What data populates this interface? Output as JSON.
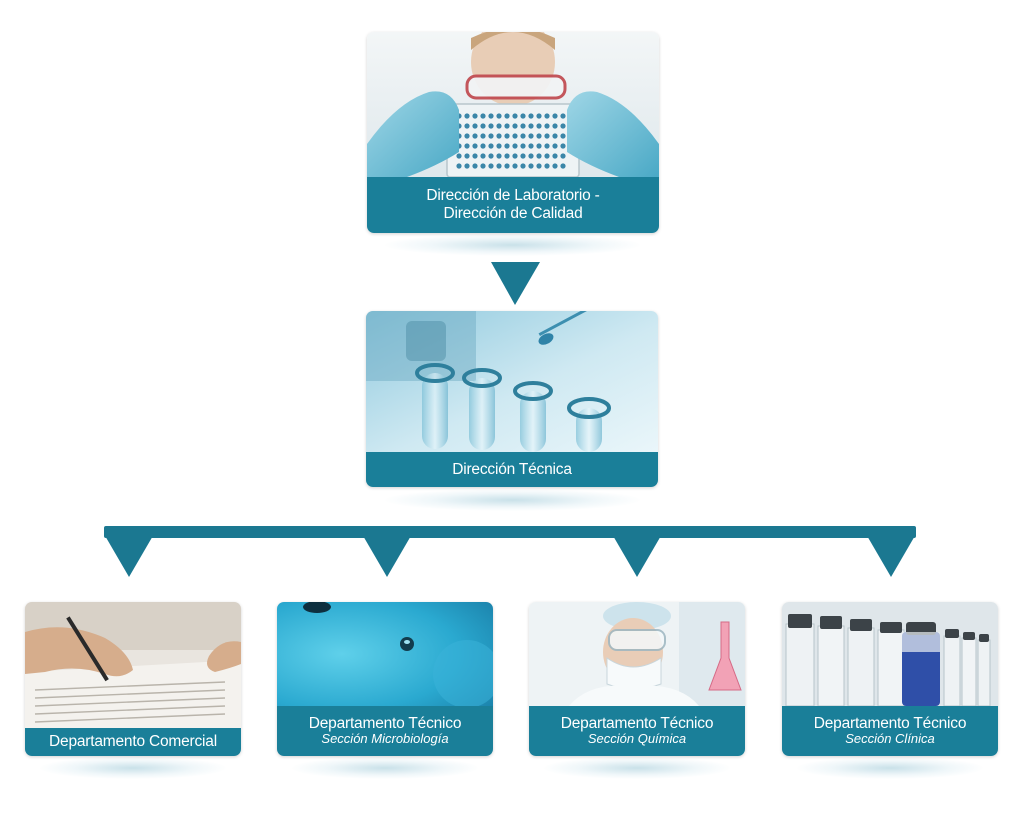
{
  "colors": {
    "teal": "#1a7f99",
    "connector": "#1b7891",
    "label_text": "#ffffff"
  },
  "top": {
    "title_line1": "Dirección de Laboratorio -",
    "title_line2": "Dirección de Calidad",
    "image": "scientist-holding-microplate"
  },
  "middle": {
    "title": "Dirección Técnica",
    "image": "test-tubes-with-pipette"
  },
  "departments": [
    {
      "title": "Departamento Comercial",
      "subtitle": "",
      "image": "hand-signing-document"
    },
    {
      "title": "Departamento Técnico",
      "subtitle": "Sección Microbiología",
      "image": "blue-liquid-bubbles"
    },
    {
      "title": "Departamento Técnico",
      "subtitle": "Sección Química",
      "image": "chemist-with-flask"
    },
    {
      "title": "Departamento Técnico",
      "subtitle": "Sección Clínica",
      "image": "sample-vials-row"
    }
  ]
}
